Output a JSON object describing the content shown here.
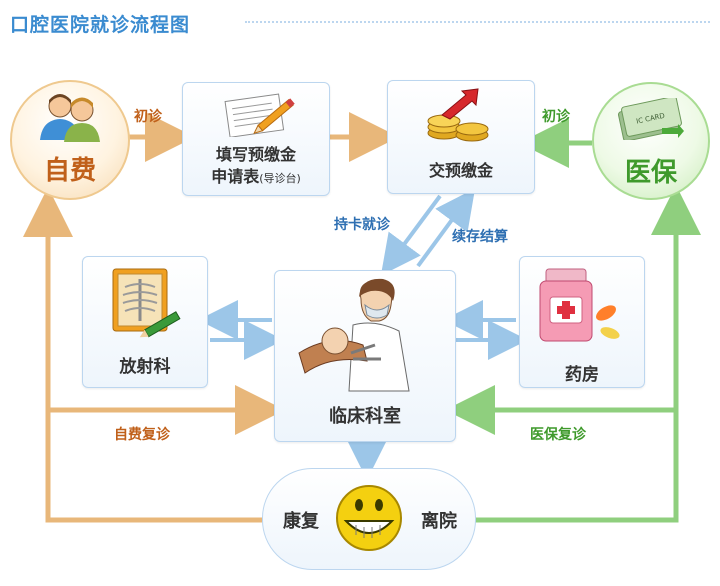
{
  "title": "口腔医院就诊流程图",
  "nodes": {
    "self_pay": "自费",
    "insurance": "医保",
    "application_form_line1": "填写预缴金",
    "application_form_line2": "申请表",
    "application_form_note": "(导诊台)",
    "prepayment": "交预缴金",
    "radiology": "放射科",
    "clinic": "临床科室",
    "pharmacy": "药房",
    "recovery": "康复",
    "discharge": "离院"
  },
  "card_text": "IC CARD",
  "edges": {
    "first_visit_left": "初诊",
    "first_visit_right": "初诊",
    "card_visit": "持卡就诊",
    "continue_settle": "续存结算",
    "self_pay_revisit": "自费复诊",
    "insurance_revisit": "医保复诊"
  },
  "colors": {
    "title": "#3a8bd0",
    "self_pay": "#e8b77a",
    "insurance": "#8fcf7e",
    "blue_arrow": "#9cc6e8",
    "self_pay_text": "#c0601a",
    "insurance_text": "#3f9a2c",
    "blue_text": "#2e6fb2"
  },
  "icons": [
    "people-icon",
    "form-pen-icon",
    "coins-icon",
    "ic-card-icon",
    "xray-icon",
    "dentist-icon",
    "medicine-icon",
    "smiley-icon"
  ]
}
